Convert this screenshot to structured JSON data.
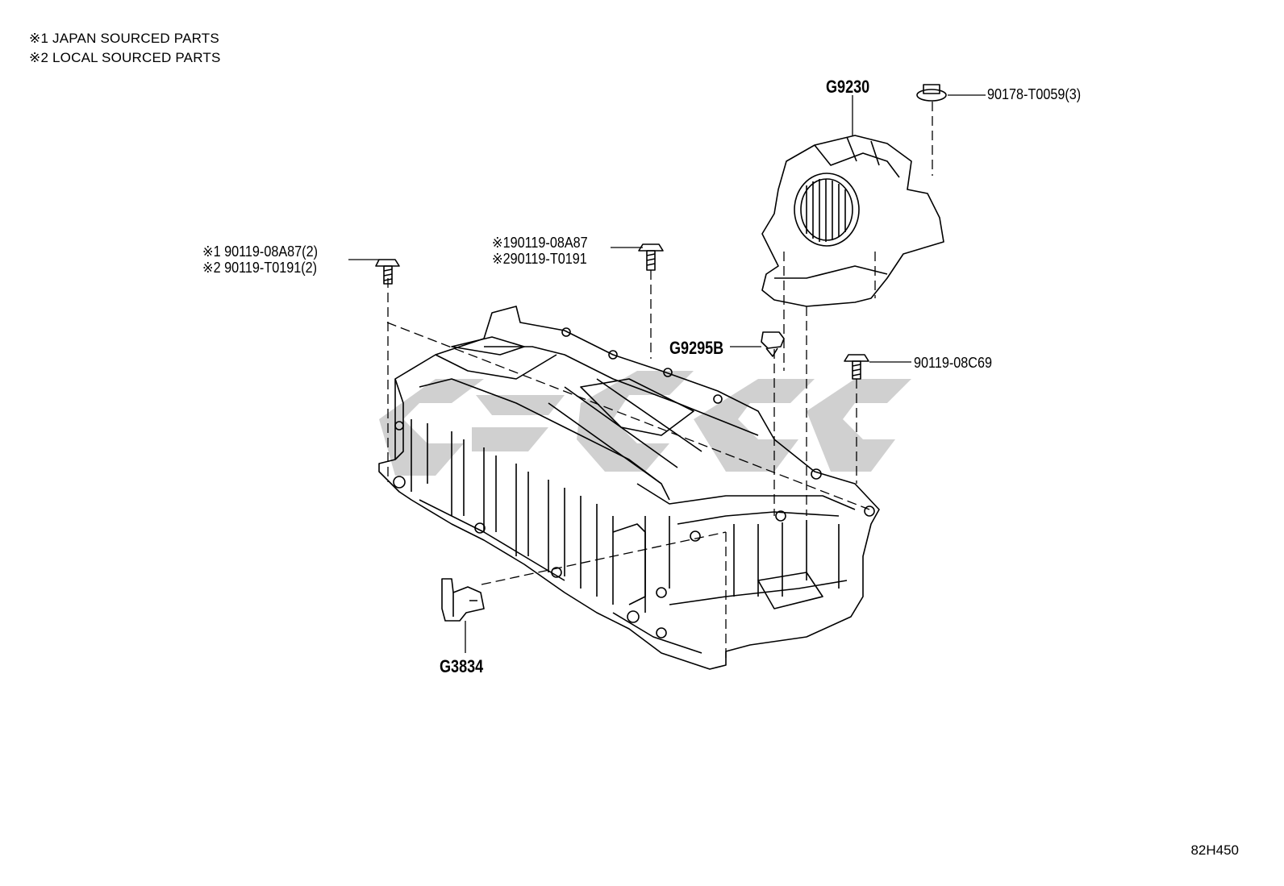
{
  "notes": {
    "japan": "※1 JAPAN SOURCED PARTS",
    "local": "※2 LOCAL SOURCED PARTS"
  },
  "parts": {
    "fan_assembly": "G9230",
    "nut_right": "90178-T0059(3)",
    "bolt_left_1": "※1 90119-08A87(2)",
    "bolt_left_2": "※2 90119-T0191(2)",
    "bolt_mid_1": "※190119-08A87",
    "bolt_mid_2": "※290119-T0191",
    "sensor": "G9295B",
    "bolt_right": "90119-08C69",
    "bracket": "G3834"
  },
  "diagram_code": "82H450"
}
